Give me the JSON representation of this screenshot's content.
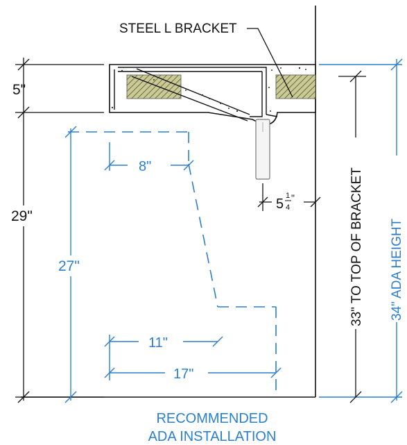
{
  "labels": {
    "bracket_callout": "STEEL L BRACKET",
    "top_to_bracket": "33\" TO TOP OF BRACKET",
    "ada_height": "34\" ADA HEIGHT",
    "caption_line1": "RECOMMENDED",
    "caption_line2": "ADA INSTALLATION"
  },
  "dimensions": {
    "counter_thickness": "5\"",
    "under_counter_height": "29\"",
    "knee_height": "27\"",
    "toe_depth": "8\"",
    "knee_depth": "11\"",
    "clearance_depth": "17\"",
    "post_offset_whole": "5",
    "post_offset_num": "1",
    "post_offset_den": "4",
    "post_offset_unit": "\""
  },
  "colors": {
    "line": "#111111",
    "blue": "#2a7fd0",
    "hatch": "#7a7a3a",
    "hatch_bg": "#c9c99a",
    "post": "#777777"
  }
}
